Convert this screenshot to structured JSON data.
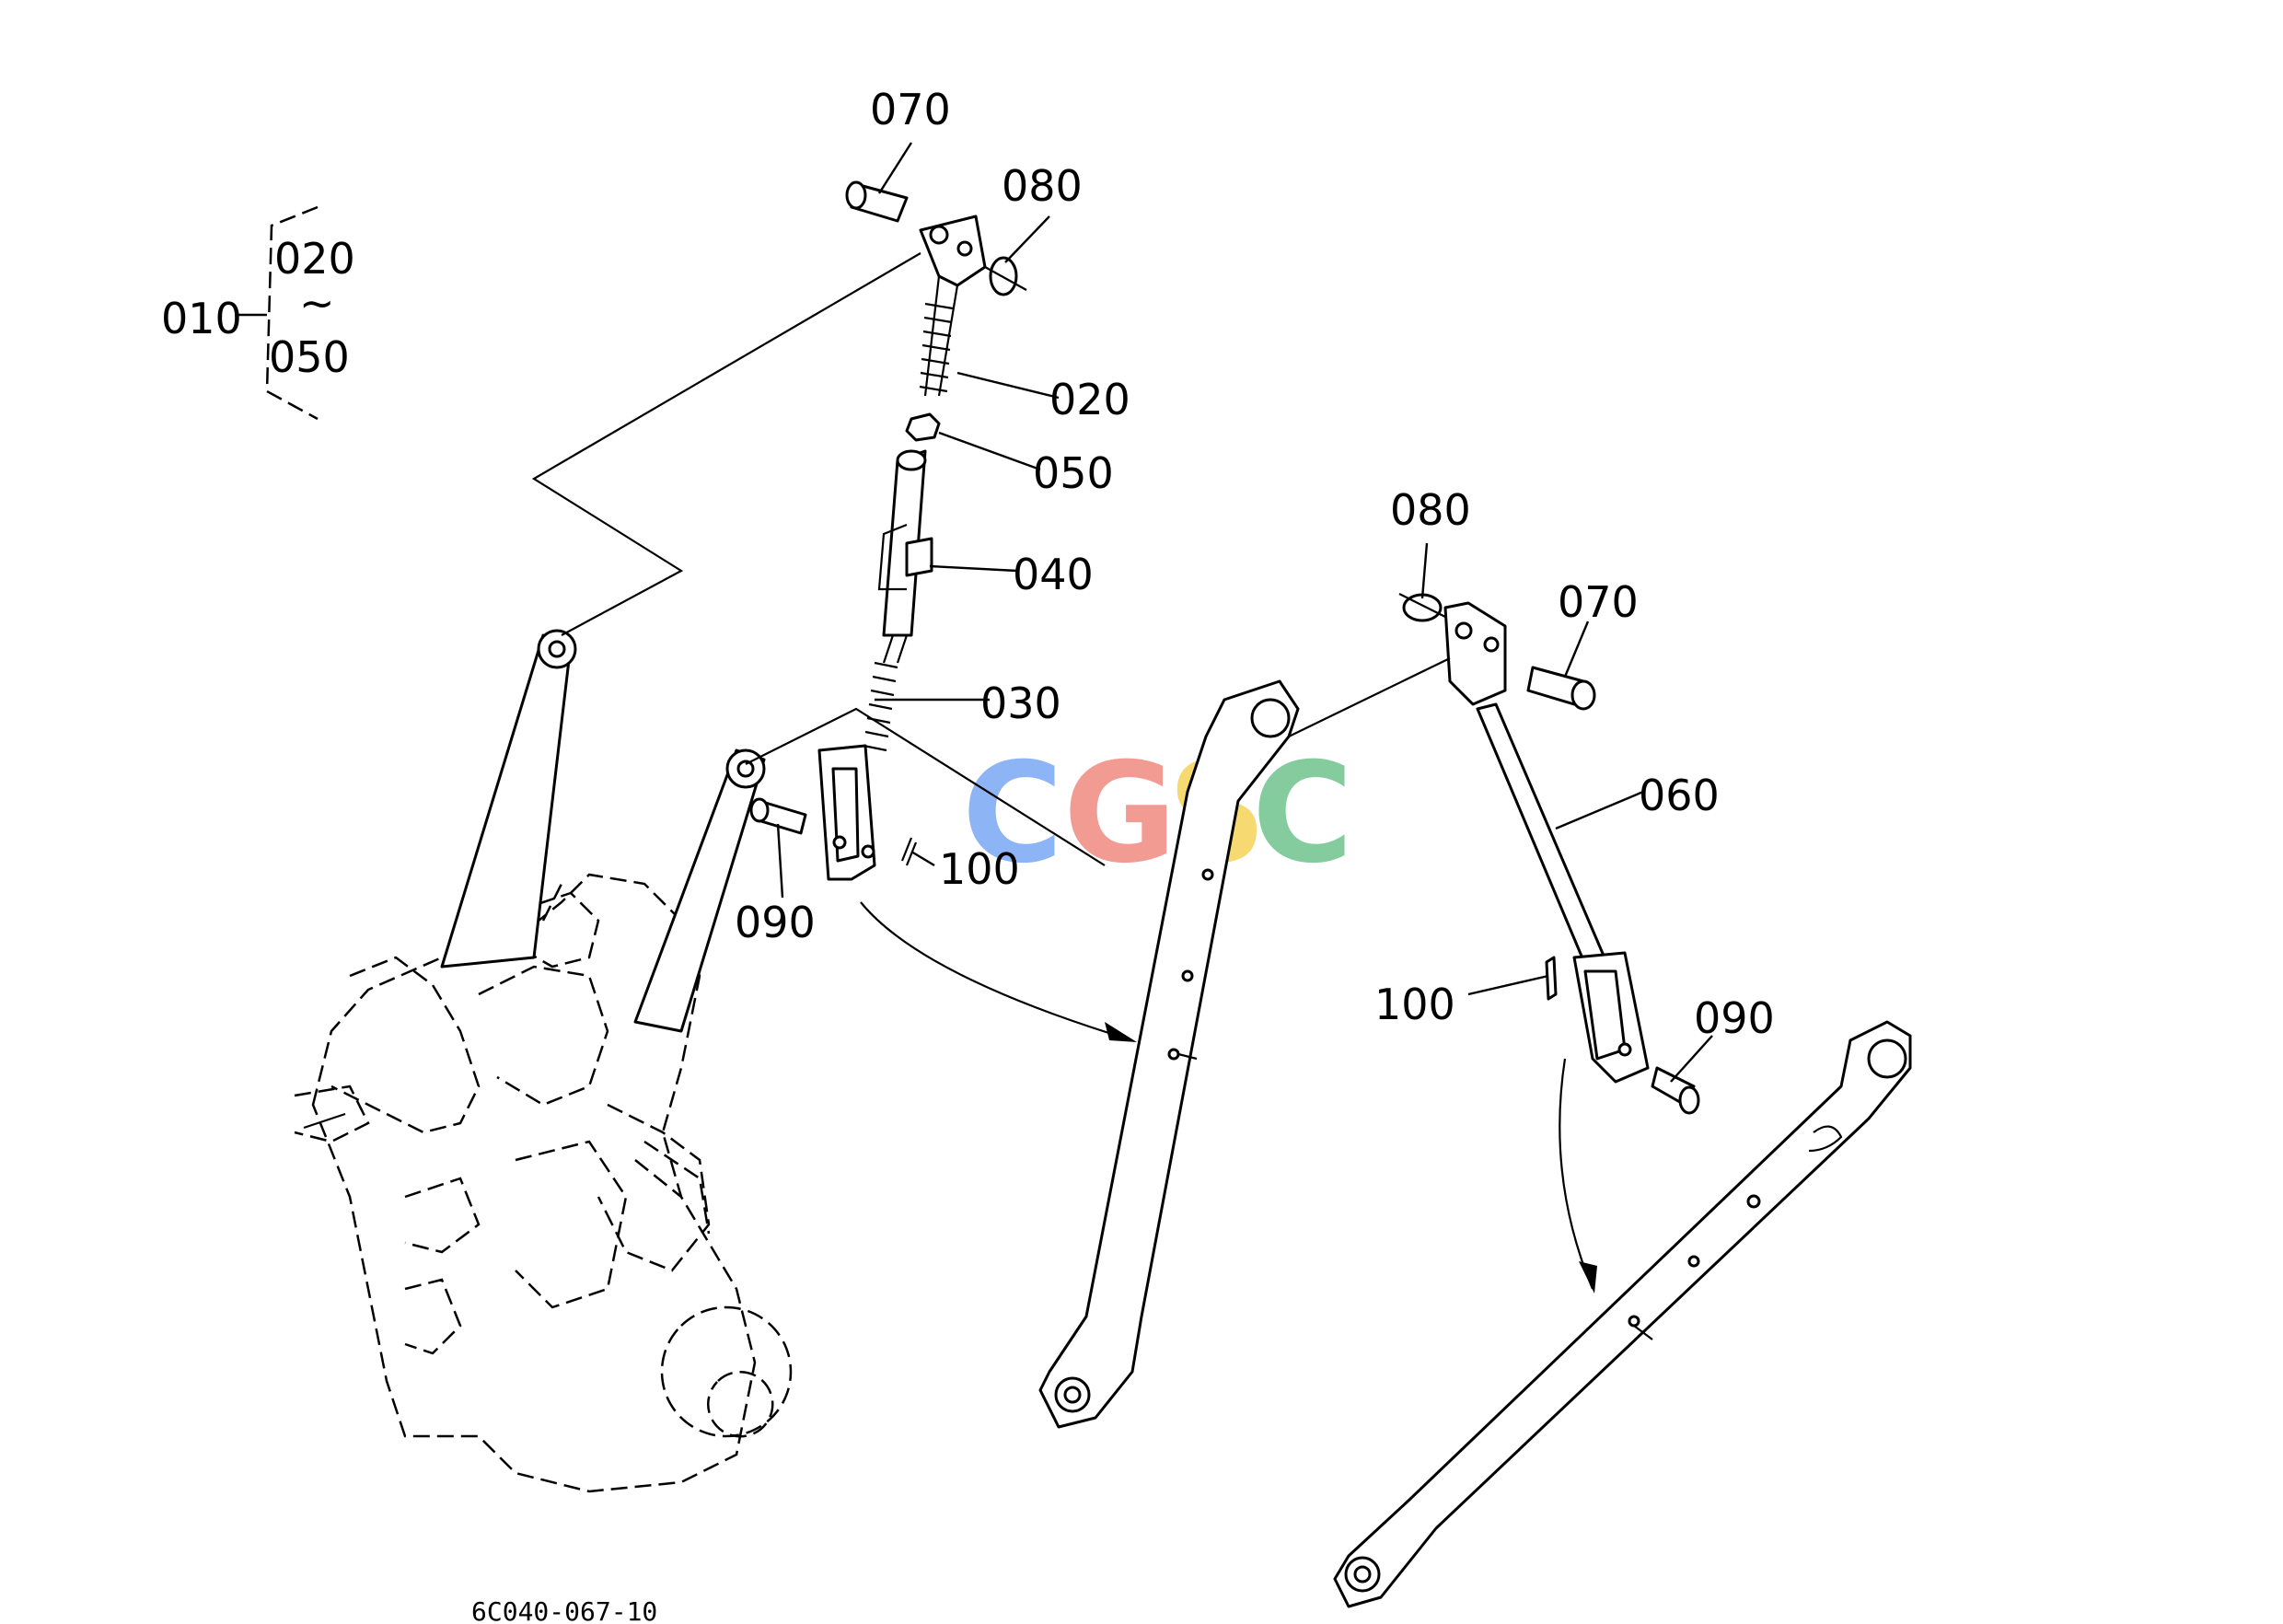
{
  "diagram": {
    "parts": [
      {
        "ref": "070"
      },
      {
        "ref": "080"
      },
      {
        "ref": "020"
      },
      {
        "ref": "050"
      },
      {
        "ref": "040"
      },
      {
        "ref": "030"
      },
      {
        "ref": "100"
      },
      {
        "ref": "090"
      },
      {
        "ref": "060"
      }
    ],
    "group": {
      "ref": "010",
      "from": "020",
      "range_symbol": "~",
      "to": "050"
    },
    "labels": {
      "top_070": "070",
      "top_080": "080",
      "top_020": "020",
      "top_050": "050",
      "top_040": "040",
      "top_030": "030",
      "left_100": "100",
      "left_090": "090",
      "right_080": "080",
      "right_070": "070",
      "right_060": "060",
      "right_100": "100",
      "right_090": "090"
    },
    "drawing_code": "6C040-067-10",
    "watermark": {
      "letters": [
        "C",
        "G",
        "S",
        "C"
      ],
      "colors": [
        "#7aa7f4",
        "#f08a80",
        "#f6d35a",
        "#6fc28e"
      ]
    }
  }
}
